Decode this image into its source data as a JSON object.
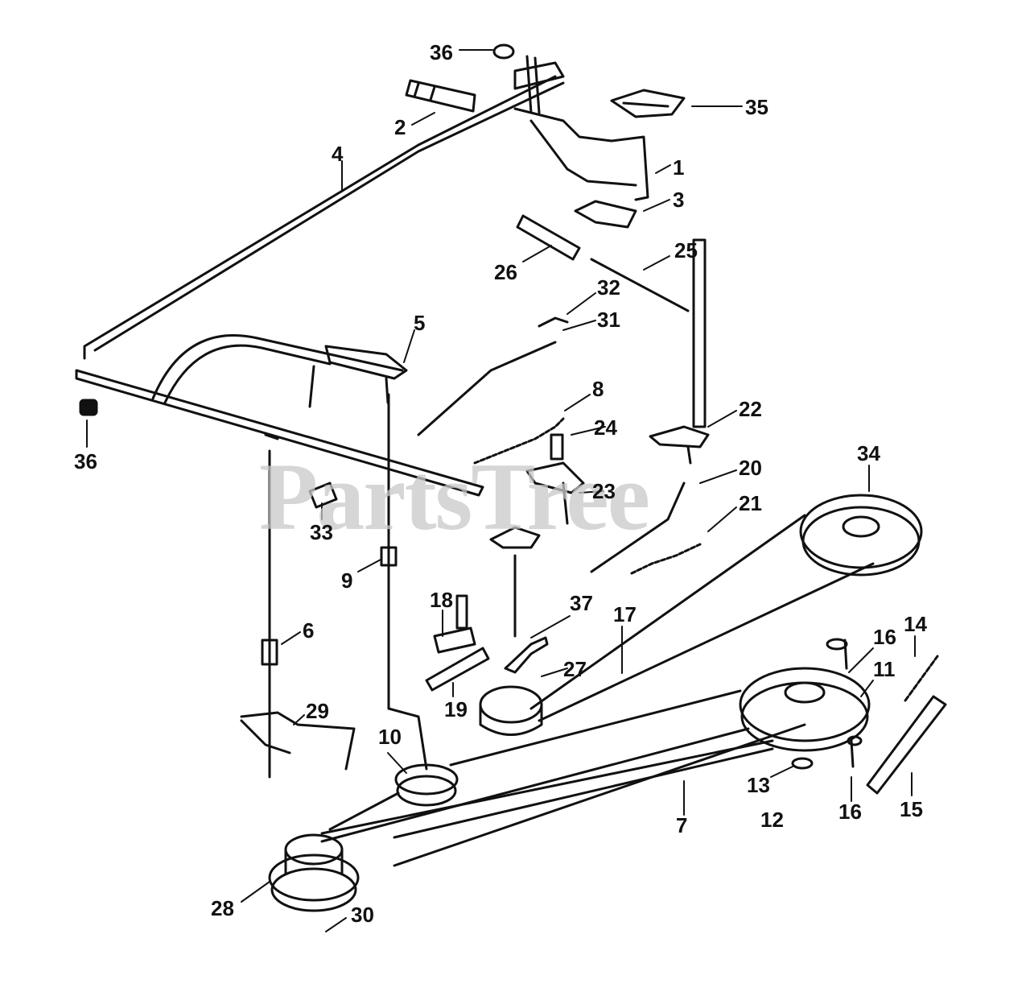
{
  "watermark": "PartsTree",
  "labels": {
    "l1": "1",
    "l2": "2",
    "l3": "3",
    "l4": "4",
    "l5": "5",
    "l6": "6",
    "l7": "7",
    "l8": "8",
    "l9": "9",
    "l10": "10",
    "l11": "11",
    "l12": "12",
    "l13": "13",
    "l14": "14",
    "l15": "15",
    "l16a": "16",
    "l16b": "16",
    "l17": "17",
    "l18": "18",
    "l19": "19",
    "l20": "20",
    "l21": "21",
    "l22": "22",
    "l23": "23",
    "l24": "24",
    "l25": "25",
    "l26": "26",
    "l27": "27",
    "l28": "28",
    "l29": "29",
    "l30": "30",
    "l31": "31",
    "l32": "32",
    "l33": "33",
    "l34": "34",
    "l35": "35",
    "l36a": "36",
    "l36b": "36",
    "l37": "37"
  },
  "colors": {
    "ink": "#111111",
    "watermark": "#c9c9c9",
    "background": "#ffffff"
  }
}
